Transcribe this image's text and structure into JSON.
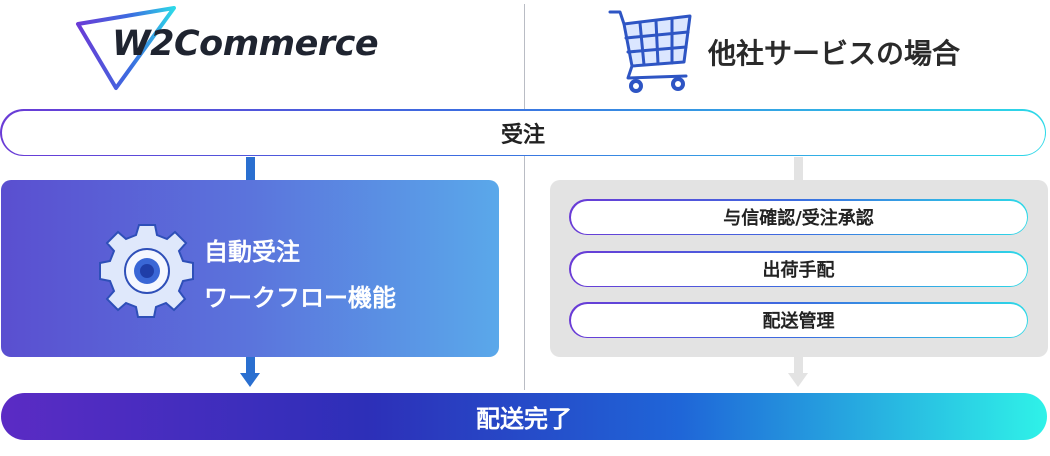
{
  "w2": {
    "logo_text": "W2Commerce",
    "feature_title": "自動受注\nワークフロー機能"
  },
  "competitor": {
    "title": "他社サービスの場合",
    "steps": [
      "与信確認/受注承認",
      "出荷手配",
      "配送管理"
    ]
  },
  "flow": {
    "order_label": "受注",
    "delivery_label": "配送完了"
  },
  "icons": {
    "logo": "w2-triangle-logo-icon",
    "cart": "shopping-cart-icon",
    "gear": "gear-icon"
  },
  "colors": {
    "feature_gradient": [
      "#5a4fd0",
      "#5aa8ea"
    ],
    "delivery_gradient": [
      "#5b2bc4",
      "#2ff2e8"
    ],
    "panel_gray": "#e3e3e3",
    "arrow_blue": "#2a6fd0"
  }
}
